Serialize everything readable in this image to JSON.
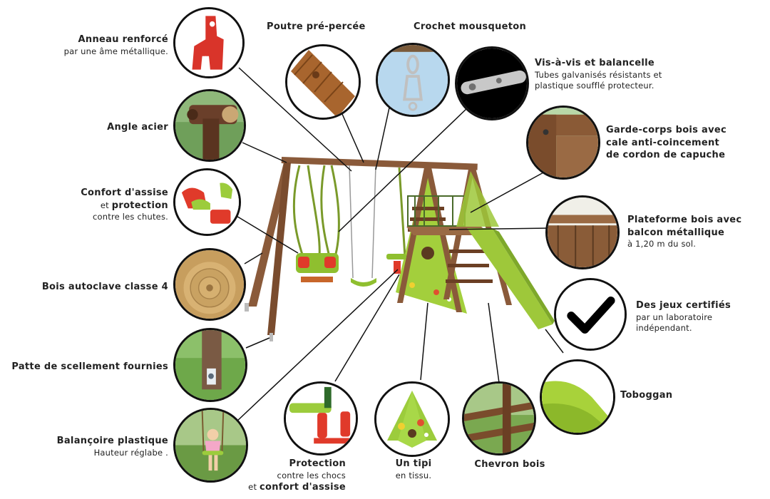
{
  "labels": {
    "anneau": {
      "title": "Anneau renforcé",
      "sub": "par une âme métallique."
    },
    "angle": {
      "title": "Angle acier"
    },
    "confort": {
      "title_a": "Confort d'assise",
      "title_b_pre": "et ",
      "title_b": "protection",
      "sub": "contre les chutes."
    },
    "bois_auto": {
      "title": "Bois autoclave classe 4"
    },
    "patte": {
      "title": "Patte de scellement fournies"
    },
    "balancoire": {
      "title": "Balançoire plastique",
      "sub": "Hauteur réglabe ."
    },
    "poutre": {
      "title": "Poutre pré-percée"
    },
    "crochet": {
      "title": "Crochet mousqueton"
    },
    "visavis": {
      "title": "Vis-à-vis et balancelle",
      "sub1": "Tubes galvanisés résistants et",
      "sub2": "plastique soufflé protecteur."
    },
    "gardecorps": {
      "line1": "Garde-corps bois avec",
      "line2": "cale anti-coincement",
      "line3": "de cordon de capuche"
    },
    "plateforme": {
      "line1": "Plateforme bois avec",
      "line2": "balcon métallique",
      "sub": "à 1,20 m du sol."
    },
    "certifies": {
      "title": "Des jeux certifiés",
      "sub1": "par un laboratoire",
      "sub2": "indépendant."
    },
    "toboggan": {
      "title": "Toboggan"
    },
    "protection": {
      "title": "Protection",
      "sub": "contre les chocs",
      "bottom_pre": "et ",
      "bottom": "confort d'assise"
    },
    "tipi": {
      "title": "Un tipi",
      "sub": "en tissu."
    },
    "chevron": {
      "title": "Chevron bois"
    }
  },
  "colors": {
    "wood": "#8a5a3a",
    "wood_dark": "#6b3f24",
    "green": "#9cc93a",
    "red": "#e03a2a",
    "outline": "#111111"
  }
}
